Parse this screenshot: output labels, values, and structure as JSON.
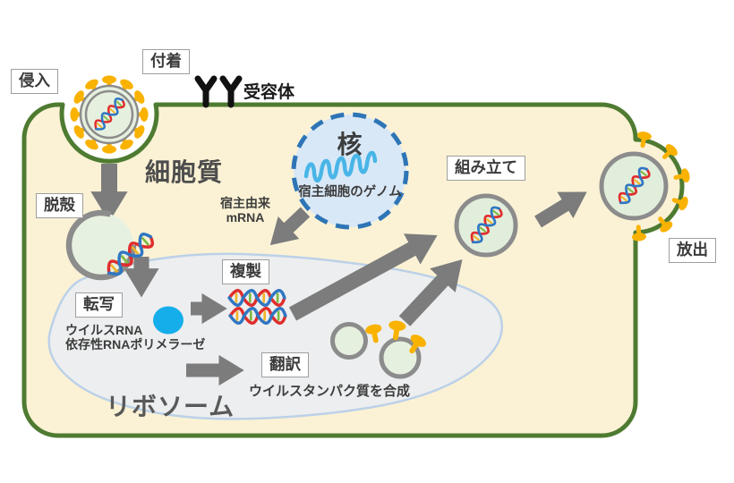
{
  "labels": {
    "entry": "侵入",
    "attachment": "付着",
    "receptor": "受容体",
    "cytoplasm": "細胞質",
    "nucleus": "核",
    "host_genome": "宿主細胞のゲノム",
    "host_mrna_line1": "宿主由来",
    "host_mrna_line2": "mRNA",
    "uncoating": "脱殻",
    "transcription": "転写",
    "rdrp_line1": "ウイルスRNA",
    "rdrp_line2": "依存性RNAポリメラーゼ",
    "replication": "複製",
    "translation": "翻訳",
    "protein_synthesis": "ウイルスタンパク質を合成",
    "ribosome": "リボソーム",
    "assembly": "組み立て",
    "release": "放出"
  },
  "colors": {
    "cell_fill": "#FBF2D5",
    "membrane_green": "#4E7B31",
    "nucleus_fill": "#D9E8F7",
    "nucleus_border": "#2E75B6",
    "genome_blue": "#49B5E7",
    "ribosome_blob_fill": "#EDEEEF",
    "ribosome_blob_border": "#BCD1E8",
    "arrow_gray": "#7C7C7C",
    "spike_yellow": "#F9B200",
    "capsid_fill": "#E6F0DF",
    "capsid_border": "#8C8C8C",
    "polymerase_blue": "#16AEEA",
    "helix_red": "#E02D2D",
    "helix_blue": "#2F76C3",
    "receptor_black": "#111111",
    "label_text": "#3D3D3D"
  },
  "icons": {
    "virus": "enveloped virus particle with yellow spikes",
    "receptor": "black Y-shaped membrane receptor",
    "rna_helix": "red-blue double helix RNA",
    "spike_protein": "yellow mushroom-shaped spike protein",
    "polymerase": "blue dot (RNA polymerase)",
    "capsid": "open gray ring capsid"
  }
}
